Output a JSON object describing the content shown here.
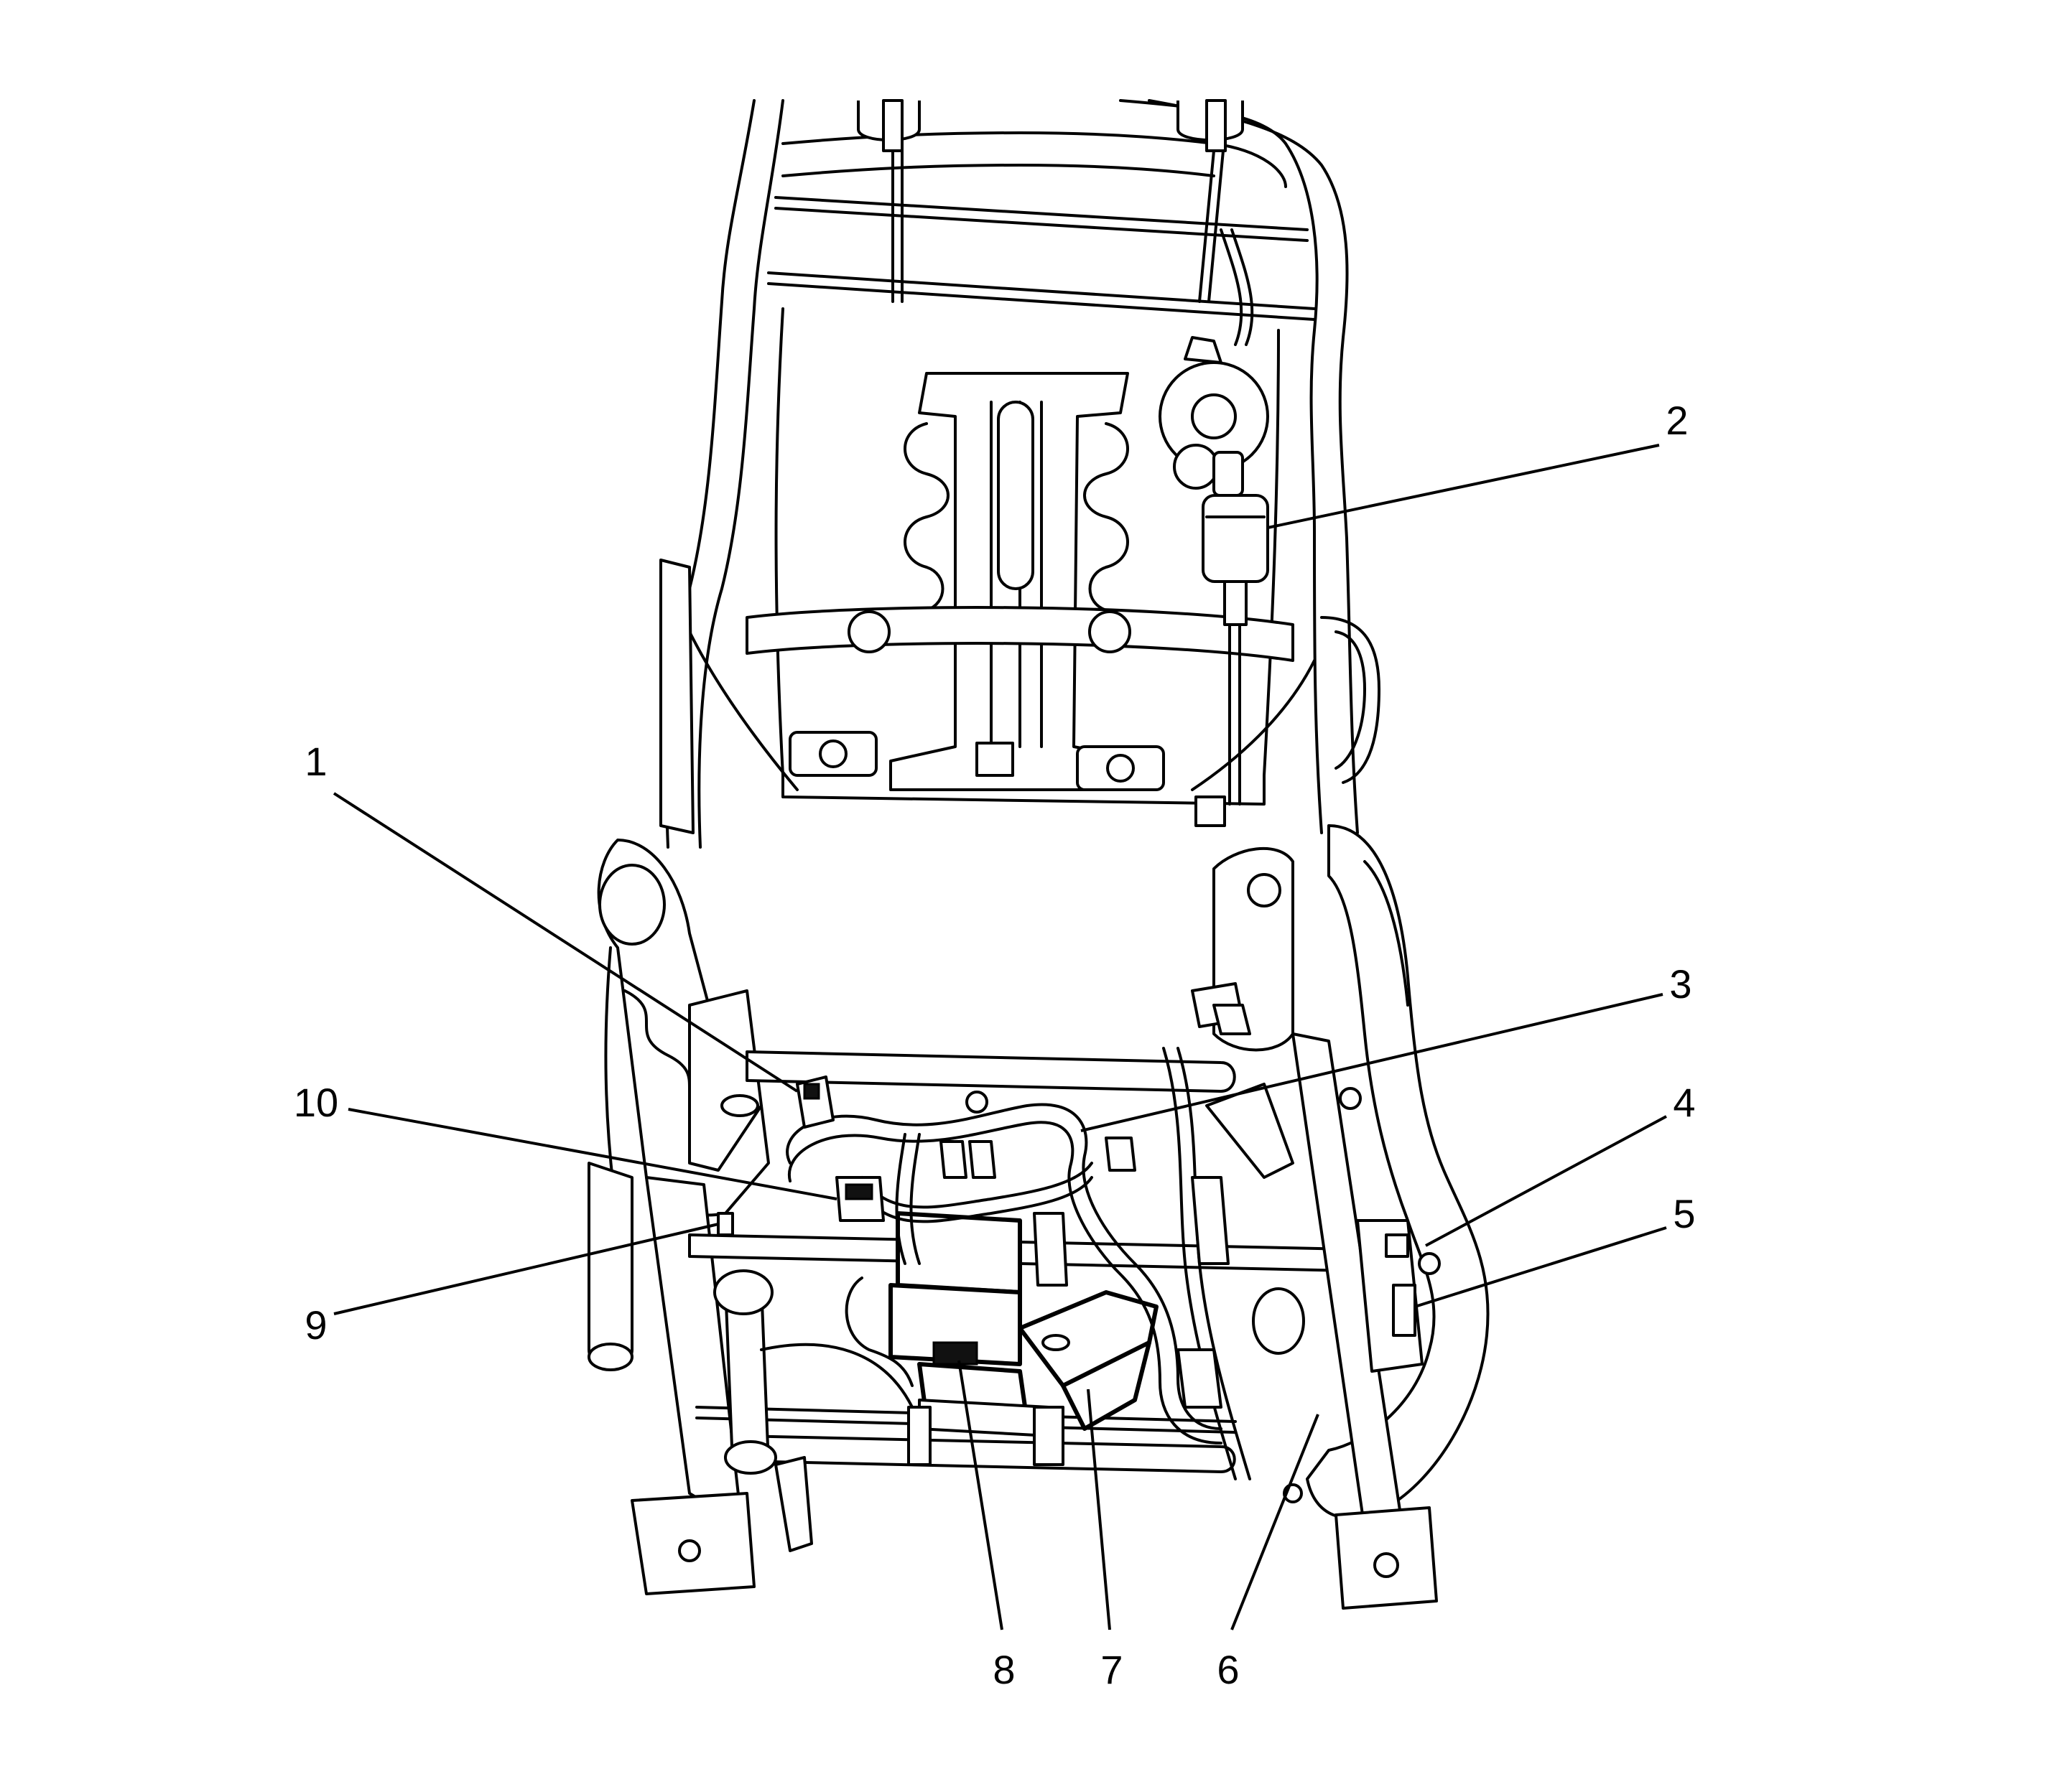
{
  "figure": {
    "subject": "power seat frame and adjuster with wiring harness",
    "callouts": [
      {
        "id": "callout-1",
        "label": "1"
      },
      {
        "id": "callout-2",
        "label": "2"
      },
      {
        "id": "callout-3",
        "label": "3"
      },
      {
        "id": "callout-4",
        "label": "4"
      },
      {
        "id": "callout-5",
        "label": "5"
      },
      {
        "id": "callout-6",
        "label": "6"
      },
      {
        "id": "callout-7",
        "label": "7"
      },
      {
        "id": "callout-8",
        "label": "8"
      },
      {
        "id": "callout-9",
        "label": "9"
      },
      {
        "id": "callout-10",
        "label": "10"
      }
    ]
  }
}
